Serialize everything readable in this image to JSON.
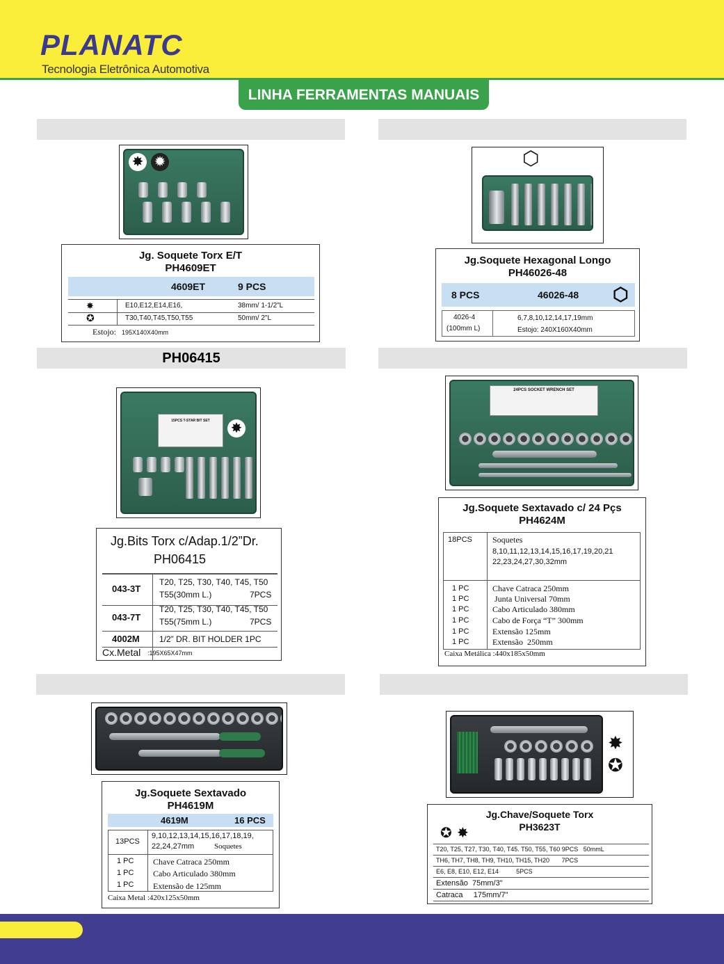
{
  "header": {
    "logo": "PLANATC",
    "tagline": "Tecnologia Eletrônica Automotiva",
    "section": "LINHA FERRAMENTAS MANUAIS"
  },
  "bars": {
    "b3": "PH06415"
  },
  "p1": {
    "title1": "Jg. Soquete Torx E/T",
    "title2": "PH4609ET",
    "code": "4609ET",
    "pcs": "9 PCS",
    "row1_icon": "star-socket-icon",
    "row1_sizes": "E10,E12,E14,E16,",
    "row1_len": "38mm/ 1-1/2\"L",
    "row2_icon": "torx-bit-icon",
    "row2_sizes": "T30,T40,T45,T50,T55",
    "row2_len": "50mm/  2\"L",
    "estojo_label": "Estojo:",
    "estojo": "195X140X40mm"
  },
  "p2": {
    "title1": "Jg.Soquete Hexagonal Longo",
    "title2": "PH46026-48",
    "pcs": "8 PCS",
    "code": "46026-48",
    "row_code": "4026-4",
    "row_len": "(100mm L)",
    "row_sizes": "6,7,8,10,12,14,17,19mm",
    "estojo": "Estojo: 240X160X40mm"
  },
  "p3": {
    "title1": "Jg.Bits Torx c/Adap.1/2”Dr.",
    "title2": "PH06415",
    "r1_code": "043-3T",
    "r1_a": "T20, T25, T30, T40, T45, T50",
    "r1_b": "T55(30mm L.)",
    "r1_c": "7PCS",
    "r2_code": "043-7T",
    "r2_a": "T20, T25, T30, T40, T45, T50",
    "r2_b": "T55(75mm L.)",
    "r2_c": "7PCS",
    "r3_code": "4002M",
    "r3_a": "1/2” DR. BIT HOLDER  1PC",
    "cx_label": "Cx.Metal",
    "cx": ":195X65X47mm",
    "card_title": "15PCS T-STAR BIT SET"
  },
  "p4": {
    "title1": "Jg.Soquete Sextavado c/ 24 Pçs",
    "title2": "PH4624M",
    "q1": "18PCS",
    "d1a": "Soquetes",
    "d1b": "8,10,11,12,13,14,15,16,17,19,20,21",
    "d1c": "22,23,24,27,30,32mm",
    "items": [
      {
        "q": "1  PC",
        "d": "Chave Catraca 250mm"
      },
      {
        "q": "1  PC",
        "d": " Junta Universal 70mm"
      },
      {
        "q": "1  PC",
        "d": "Cabo Articulado 380mm"
      },
      {
        "q": "1  PC",
        "d": "Cabo de Força “T” 300mm"
      },
      {
        "q": "1  PC",
        "d": "Extensão 125mm"
      },
      {
        "q": "1  PC",
        "d": "Extensão  250mm"
      }
    ],
    "caixa": "Caixa Metálica :440x185x50mm",
    "card_title": "24PCS  SOCKET  WRENCH  SET"
  },
  "p5": {
    "title1": "Jg.Soquete Sextavado",
    "title2": "PH4619M",
    "code": "4619M",
    "pcs": "16 PCS",
    "q1": "13PCS",
    "d1a": "9,10,12,13,14,15,16,17,18,19,",
    "d1b": "22,24,27mm",
    "d1c": "Soquetes",
    "items": [
      {
        "q": "1  PC",
        "d": "Chave Catraca 250mm"
      },
      {
        "q": "1  PC",
        "d": "Cabo Articulado 380mm"
      },
      {
        "q": "1  PC",
        "d": "Extensão de 125mm"
      }
    ],
    "caixa": "Caixa Metal  :420x125x50mm"
  },
  "p6": {
    "title1": "Jg.Chave/Soquete Torx",
    "title2": "PH3623T",
    "rows": [
      "T20, T25, T27, T30, T40, T45. T50, T55, T60 9PCS   50mmL",
      "TH6, TH7, TH8, TH9, TH10, TH15, TH20       7PCS",
      "E6, E8, E10, E12, E14          5PCS",
      "Extensão  75mm/3\"",
      "Catraca     175mm/7\""
    ]
  },
  "colors": {
    "yellow": "#fbee3a",
    "green": "#3aa24a",
    "navy": "#413e92",
    "logo": "#3b3a8e",
    "bar": "#e3e3e3",
    "table_blue": "#c8dff3"
  }
}
